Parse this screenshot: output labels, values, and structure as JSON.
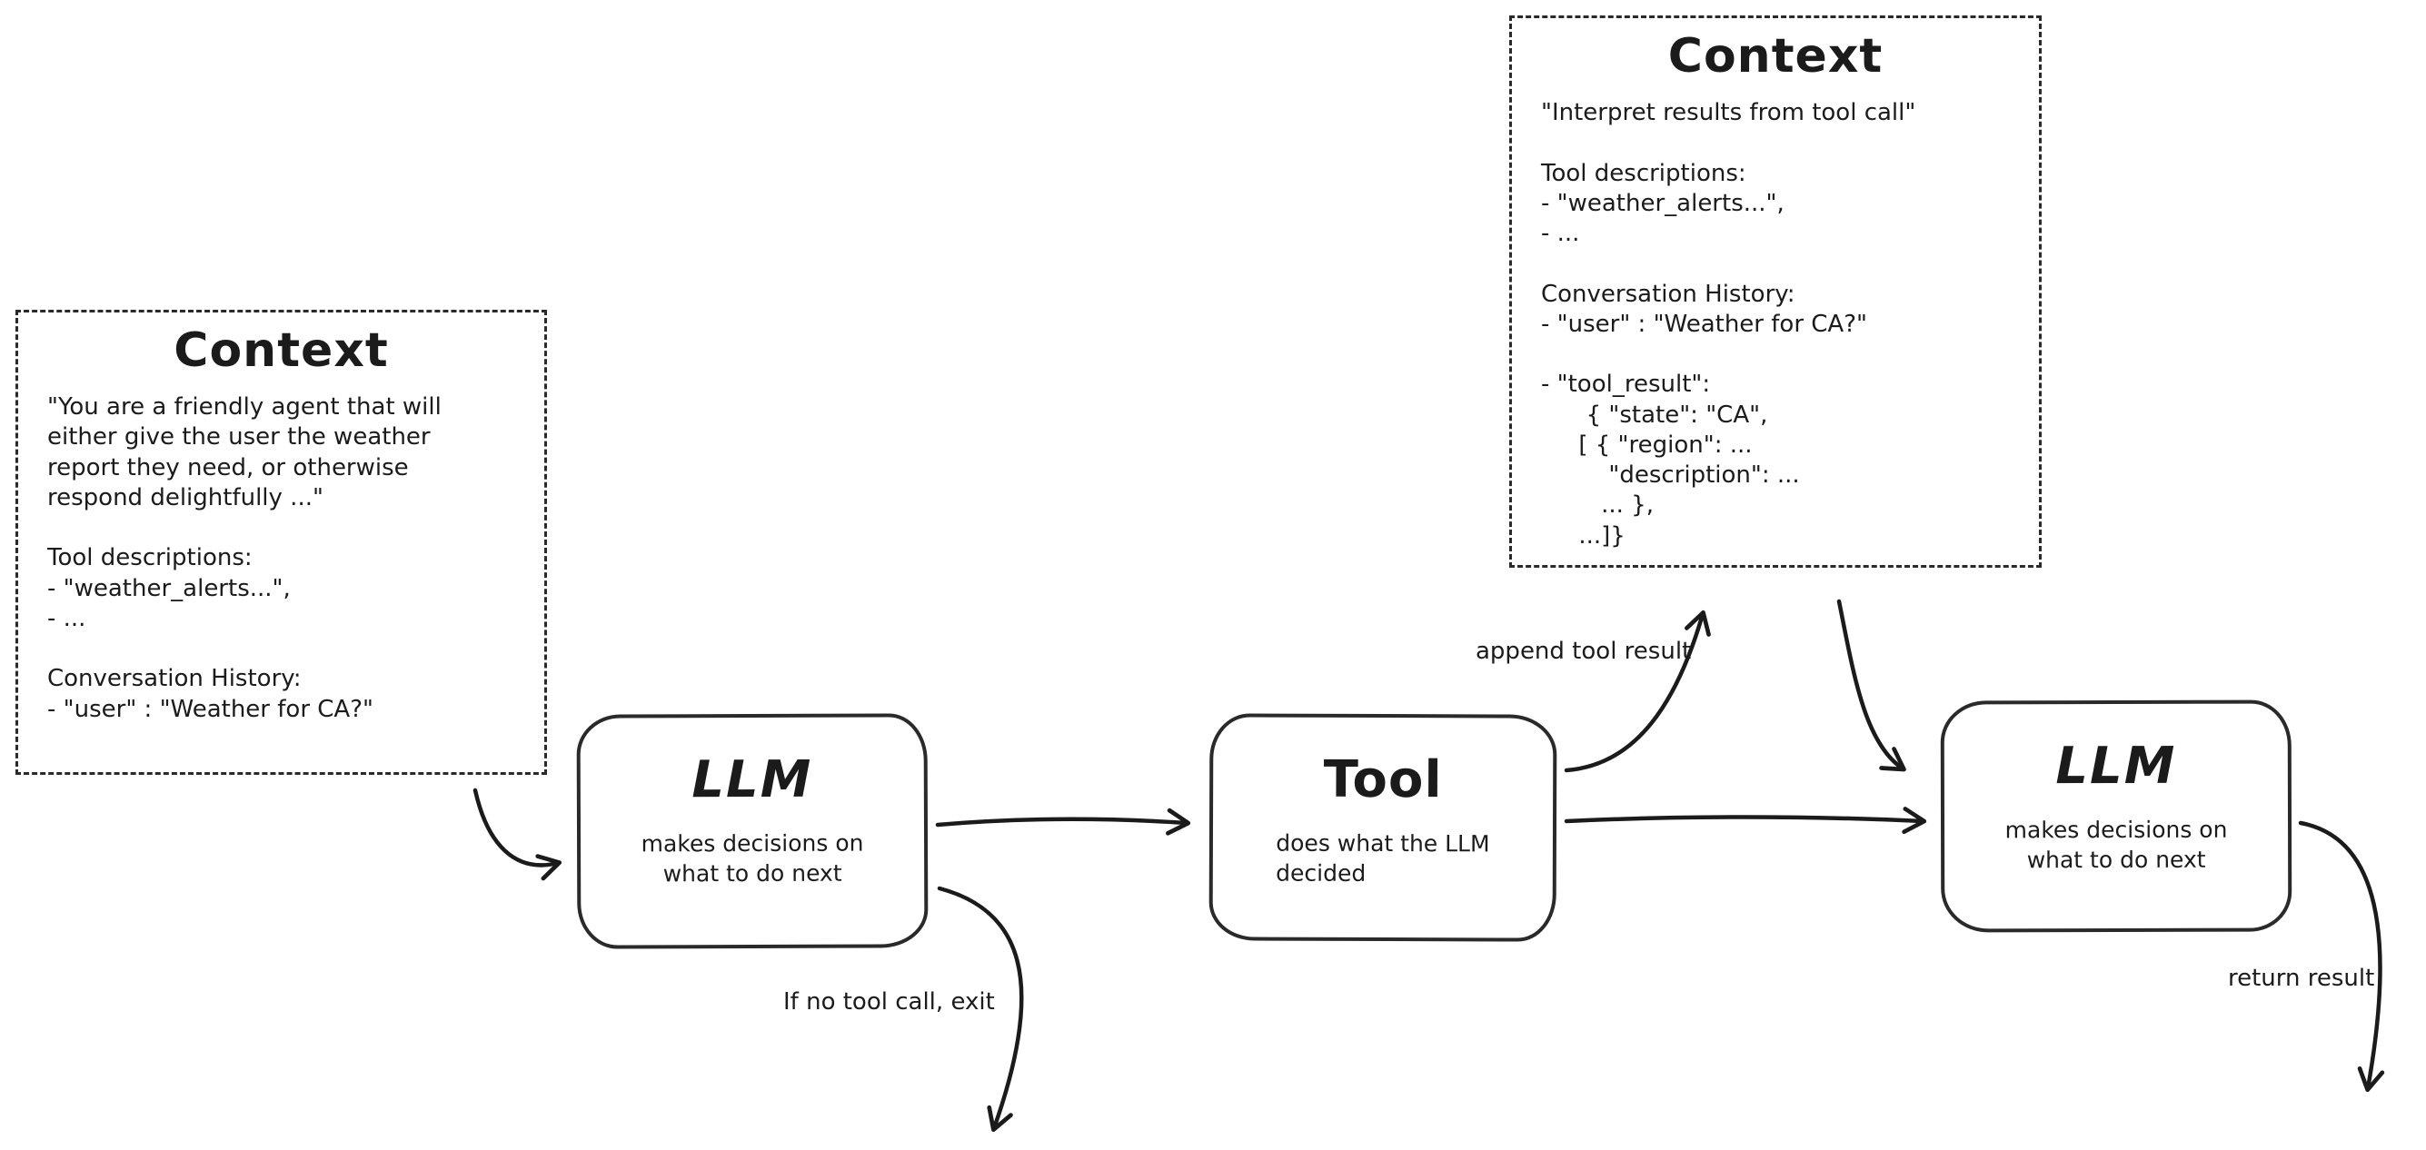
{
  "canvas": {
    "background": "#ffffff",
    "ink": "#1b1b1b"
  },
  "context_left": {
    "title": "Context",
    "body": "\"You are a friendly agent that will\neither give the user the weather\nreport they need, or otherwise\nrespond delightfully ...\"\n\nTool descriptions:\n- \"weather_alerts...\",\n- ...\n\nConversation History:\n- \"user\" : \"Weather for CA?\""
  },
  "context_right": {
    "title": "Context",
    "body": "\"Interpret results from tool call\"\n\nTool descriptions:\n- \"weather_alerts...\",\n- ...\n\nConversation History:\n- \"user\" : \"Weather for CA?\"\n\n- \"tool_result\":\n      { \"state\": \"CA\",\n     [ { \"region\": ...\n         \"description\": ...\n        ... },\n     ...]}"
  },
  "nodes": {
    "llm1": {
      "title": "LLM",
      "subtitle": "makes decisions on\nwhat to do next"
    },
    "tool": {
      "title": "Tool",
      "subtitle": "does what the LLM\ndecided"
    },
    "llm2": {
      "title": "LLM",
      "subtitle": "makes decisions on\nwhat to do next"
    }
  },
  "edge_labels": {
    "append_tool_result": "append tool result",
    "if_no_tool_exit": "If no tool call, exit",
    "return_result": "return result"
  }
}
